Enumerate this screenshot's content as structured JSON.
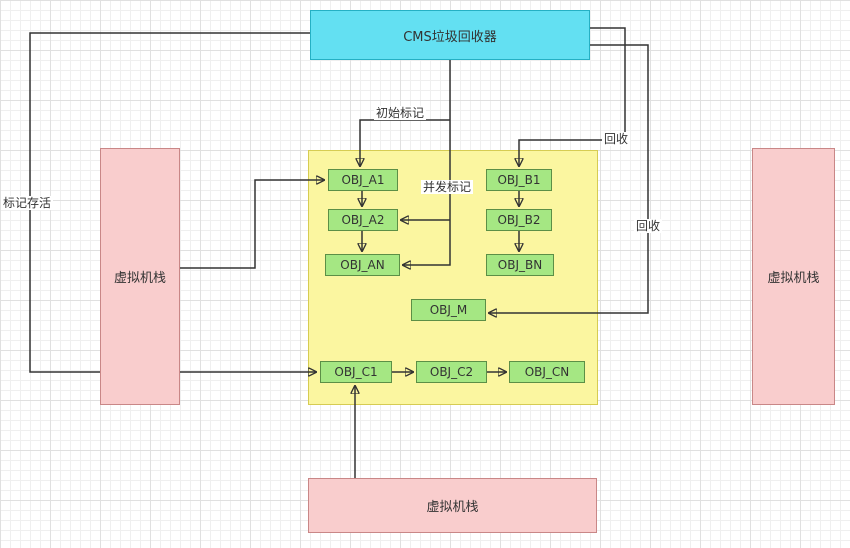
{
  "diagram": {
    "nodes": {
      "cms": "CMS垃圾回收器",
      "stack_left": "虚拟机栈",
      "stack_right": "虚拟机栈",
      "stack_bottom": "虚拟机栈",
      "obj_a": [
        "OBJ_A1",
        "OBJ_A2",
        "OBJ_AN"
      ],
      "obj_b": [
        "OBJ_B1",
        "OBJ_B2",
        "OBJ_BN"
      ],
      "obj_c": [
        "OBJ_C1",
        "OBJ_C2",
        "OBJ_CN"
      ],
      "obj_m": "OBJ_M"
    },
    "edge_labels": {
      "initial_mark": "初始标记",
      "concurrent_mark": "并发标记",
      "recycle_b": "回收",
      "recycle_m": "回收",
      "mark_alive": "标记存活"
    },
    "colors": {
      "collector_fill": "#63e0f2",
      "stack_fill": "#f9cdcd",
      "heap_fill": "#fbf6a0",
      "object_fill": "#a5e783",
      "line": "#333333",
      "grid": "#e0e0e0"
    }
  }
}
